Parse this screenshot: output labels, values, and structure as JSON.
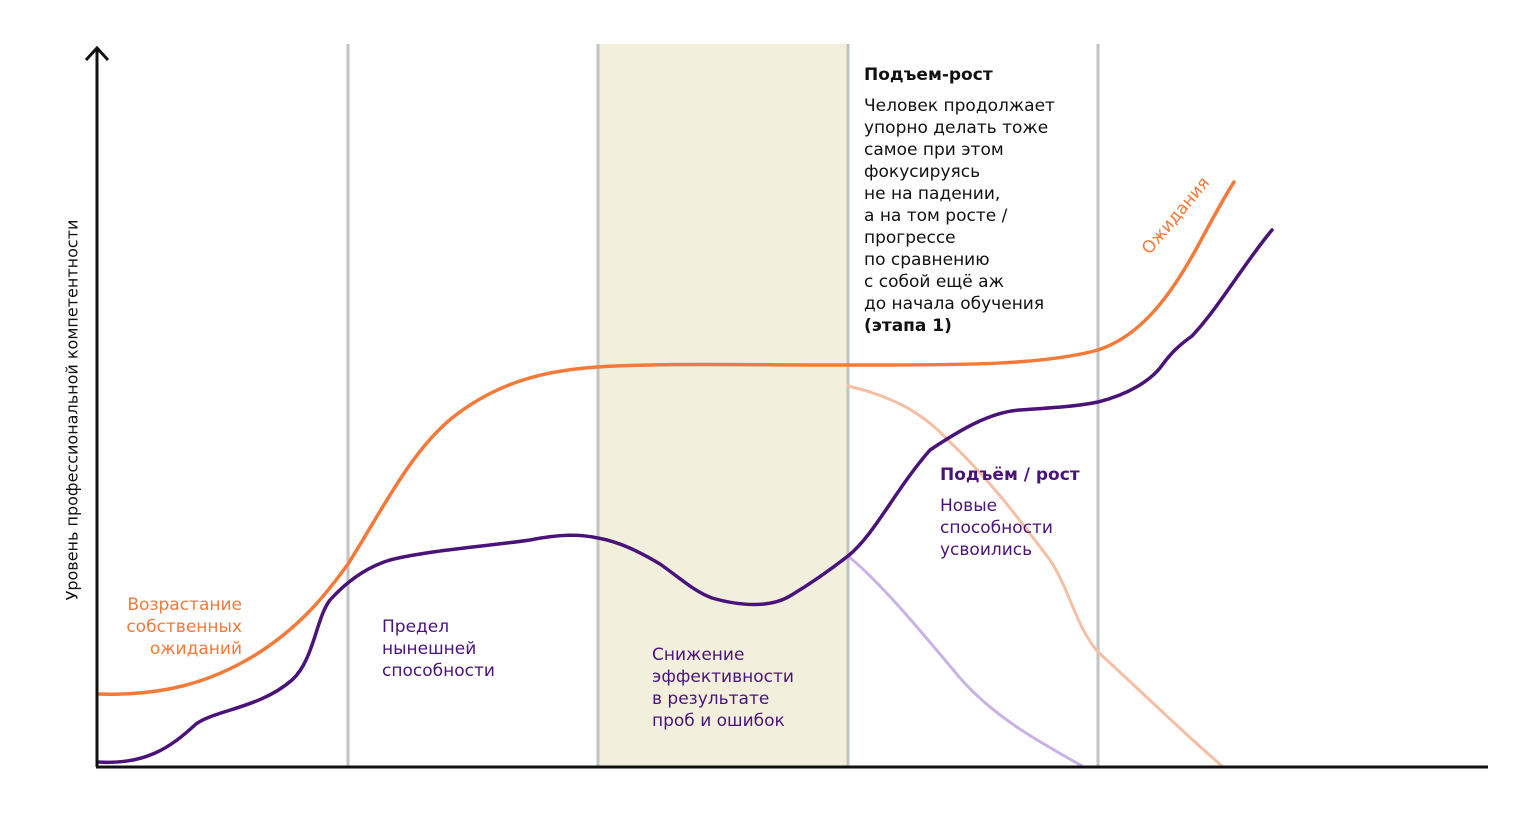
{
  "colors": {
    "expectations": "#f47a3a",
    "expectations_faded": "#f5bfa6",
    "ability": "#4a137a",
    "ability_faded": "#c9b3e6",
    "highlight_band": "#f2f0dd",
    "divider": "#bfc4c4",
    "axis": "#111111"
  },
  "y_axis_label": "Уровень профессиональной компетентности",
  "curve_labels": {
    "expectations": "Ожидания"
  },
  "stages": {
    "growing_expectations": "Возрастание\nсобственных\nожиданий",
    "ability_limit": "Предел\nнынешней\nспособности",
    "efficiency_drop": "Снижение\nэффективности\nв результате\nпроб и ошибок",
    "rise_block": {
      "title": "Подъем-рост",
      "body": "Человек продолжает\nупорно делать тоже\nсамое при этом\nфокусируясь\nне на падении,\nа на том росте /\nпрогрессе\nпо сравнению\nс собой ещё аж\nдо начала обучения",
      "emphasis": "(этапа 1)"
    },
    "new_abilities": {
      "title": "Подъём / рост",
      "body": "Новые\nспособности\nусвоились"
    }
  }
}
